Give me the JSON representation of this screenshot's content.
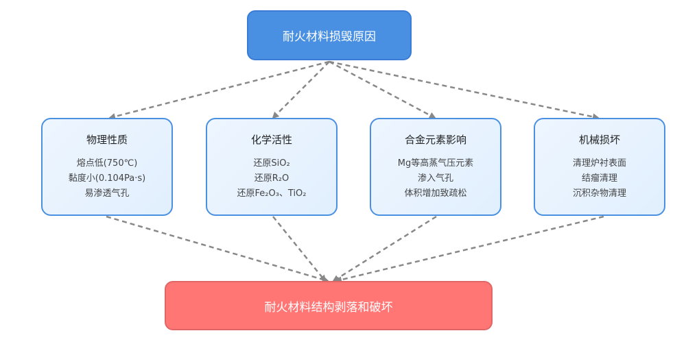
{
  "root": {
    "label": "耐火材料损毁原因"
  },
  "causes": [
    {
      "title": "物理性质",
      "lines": [
        "熔点低(750℃)",
        "黏度小(0.104Pa·s)",
        "易渗透气孔"
      ]
    },
    {
      "title": "化学活性",
      "lines": [
        "还原SiO₂",
        "还原R₂O",
        "还原Fe₂O₃、TiO₂"
      ]
    },
    {
      "title": "合金元素影响",
      "lines": [
        "Mg等高蒸气压元素",
        "渗入气孔",
        "体积增加致疏松"
      ]
    },
    {
      "title": "机械损坏",
      "lines": [
        "清理炉衬表面",
        "结瘤清理",
        "沉积杂物清理"
      ]
    }
  ],
  "result": {
    "label": "耐火材料结构剥落和破坏"
  },
  "colors": {
    "root": "#4a90e2",
    "result": "#ff7675",
    "edge": "#888888",
    "cause_border": "#4a90e2"
  }
}
